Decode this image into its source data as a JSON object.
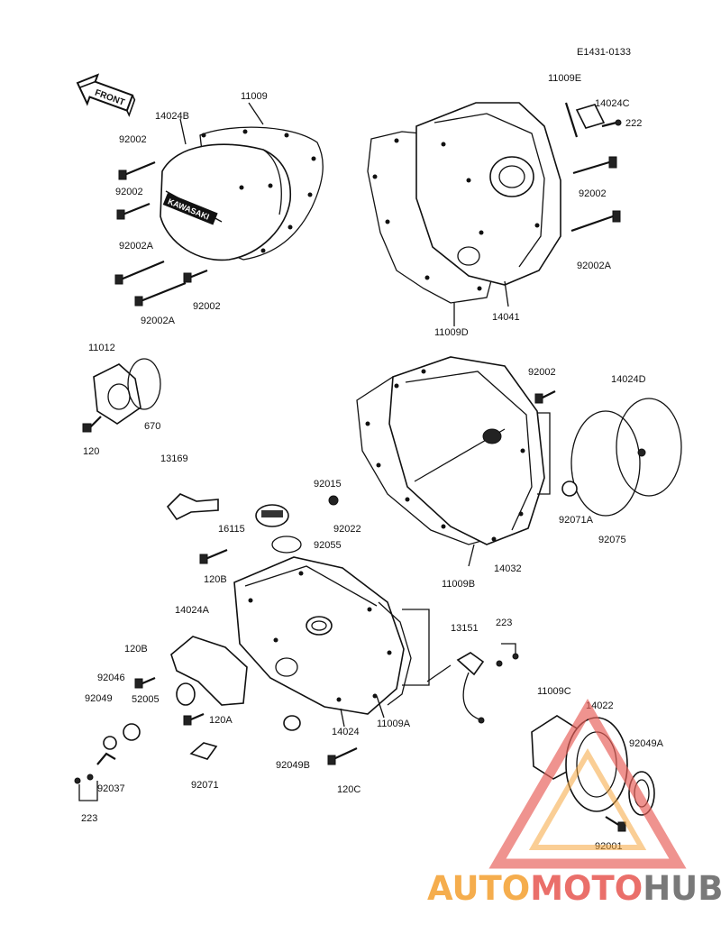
{
  "diagram": {
    "code": "E1431-0133",
    "front_label": "FRONT",
    "cover_logo": "KAWASAKI",
    "labels": {
      "l11009": "11009",
      "l14024B": "14024B",
      "l92002_1": "92002",
      "l92002_2": "92002",
      "l92002A_1": "92002A",
      "l92002_3": "92002",
      "l92002A_2": "92002A",
      "l11009E": "11009E",
      "l14024C": "14024C",
      "l222": "222",
      "l92002_4": "92002",
      "l92002A_3": "92002A",
      "l11009D": "11009D",
      "l14041": "14041",
      "l11012": "11012",
      "l670": "670",
      "l120": "120",
      "l92002_5": "92002",
      "l14024D": "14024D",
      "l92015": "92015",
      "l92022": "92022",
      "l92071A": "92071A",
      "l92075": "92075",
      "l11009B": "11009B",
      "l14032": "14032",
      "l13169": "13169",
      "l16115": "16115",
      "l92055": "92055",
      "l120B_1": "120B",
      "l14024A": "14024A",
      "l120B_2": "120B",
      "l92046": "92046",
      "l92049": "92049",
      "l52005": "52005",
      "l120A": "120A",
      "l14024": "14024",
      "l11009A": "11009A",
      "l92049B": "92049B",
      "l120C": "120C",
      "l92071": "92071",
      "l92037": "92037",
      "l223_1": "223",
      "l13151": "13151",
      "l223_2": "223",
      "l11009C": "11009C",
      "l14022": "14022",
      "l92049A": "92049A",
      "l92001": "92001"
    }
  },
  "watermark": {
    "part1": "AUTO",
    "part2": "MOTO",
    "part3": "HUB",
    "colors": {
      "orange": "#f5a53a",
      "red": "#e8605a",
      "gray": "#6b6b6b"
    }
  }
}
